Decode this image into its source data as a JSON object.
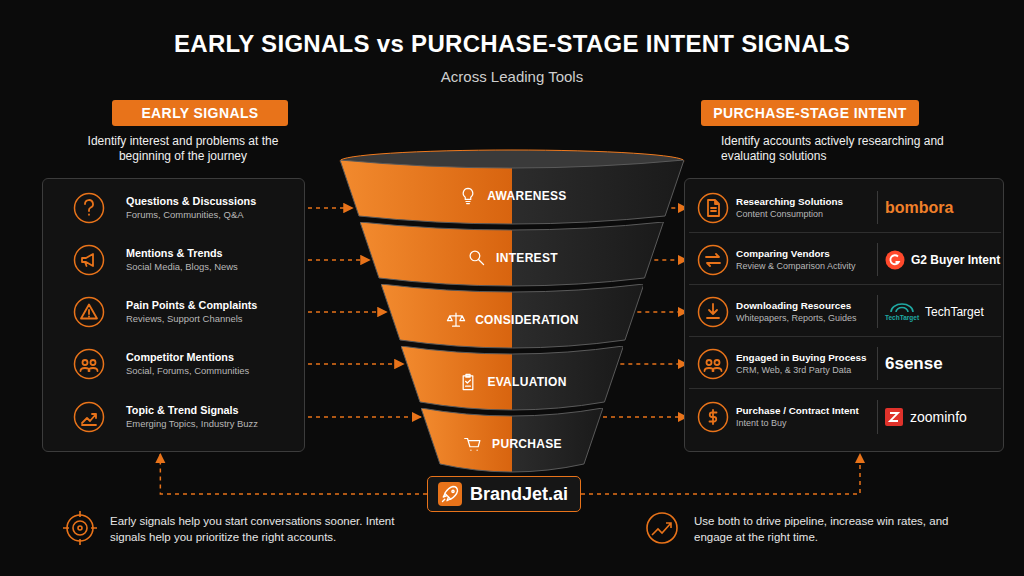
{
  "diagram": {
    "title": "EARLY SIGNALS vs PURCHASE-STAGE INTENT SIGNALS",
    "nodes": [
      {
        "text": [
          "EARLY SIGNALS"
        ]
      },
      {
        "text": [
          "Identify interest and problems at the beginning of the journey"
        ]
      },
      {
        "text": [
          "Questions & Discussions",
          "Forums, Communities, Q&A"
        ],
        "in": 1
      },
      {
        "text": [
          "Mentions & Trends",
          "Social Media, Blogs, News"
        ],
        "in": 1
      },
      {
        "text": [
          "Pain Points & Complaints",
          "Reviews, Support Channels"
        ],
        "in": 1
      },
      {
        "text": [
          "Competitor Mentions",
          "Social, Forums, Communities"
        ],
        "in": 1
      },
      {
        "text": [
          "Topic & Trend Signals",
          "Emerging Topics, Industry Buzz"
        ],
        "in": 1
      },
      {
        "text": [
          "AWARENESS"
        ]
      },
      {
        "text": [
          "INTEREST"
        ]
      },
      {
        "text": [
          "CONSIDERATION"
        ]
      },
      {
        "text": [
          "EVALUATION"
        ]
      },
      {
        "text": [
          "PURCHASE"
        ]
      },
      {
        "text": [
          "PURCHASE-STAGE INTENT"
        ]
      },
      {
        "text": [
          "Identify accounts actively researching and evaluating solutions"
        ]
      },
      {
        "text": [
          "Researching Solutions",
          "Content Consumption",
          "bombora"
        ],
        "in": 13
      },
      {
        "text": [
          "Comparing Vendors",
          "Review & Comparison Activity",
          "G2 Buyer Intent"
        ],
        "in": 13
      },
      {
        "text": [
          "Downloading Resources",
          "Whitepapers, Reports, Guides",
          "TechTarget",
          "TechTarget"
        ],
        "in": 13
      },
      {
        "text": [
          "Engaged in Buying Process",
          "CRM, Web, & 3rd Party Data",
          "6sense"
        ],
        "in": 13
      },
      {
        "text": [
          "Purchase / Contract Intent",
          "Intent to Buy",
          "zoominfo"
        ],
        "in": 13
      },
      {
        "text": [
          "BrandJet.ai"
        ]
      }
    ],
    "edges": [
      {
        "from": 2,
        "to": 7,
        "arrow": "to"
      },
      {
        "from": 3,
        "to": 8,
        "arrow": "to"
      },
      {
        "from": 4,
        "to": 9,
        "arrow": "to"
      },
      {
        "from": 5,
        "to": 10,
        "arrow": "to"
      },
      {
        "from": 6,
        "to": 11,
        "arrow": "to"
      },
      {
        "from": 7,
        "to": 14,
        "arrow": "to"
      },
      {
        "from": 8,
        "to": 15,
        "arrow": "to"
      },
      {
        "from": 9,
        "to": 16,
        "arrow": "to"
      },
      {
        "from": 10,
        "to": 17,
        "arrow": "to"
      },
      {
        "from": 11,
        "to": 18,
        "arrow": "to"
      },
      {
        "from": 19,
        "to": 1,
        "arrow": "to"
      },
      {
        "from": 19,
        "to": 13,
        "arrow": "to"
      }
    ],
    "labels": [
      "Across Leading Tools",
      "Early signals help you start conversations sooner. Intent signals help you prioritize the right accounts.",
      "Use both to drive pipeline, increase win rates, and engage at the right time."
    ]
  }
}
